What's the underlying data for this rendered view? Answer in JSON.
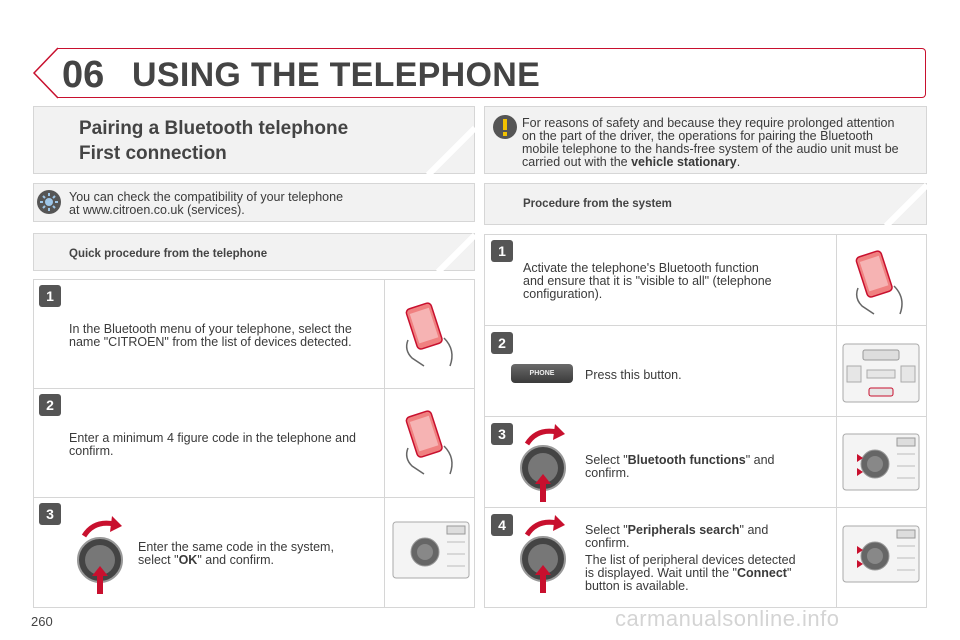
{
  "header": {
    "chapter": "06",
    "title": "USING THE TELEPHONE"
  },
  "section": {
    "title_line1": "Pairing a Bluetooth telephone",
    "title_line2": "First connection"
  },
  "warning": {
    "icon": "exclamation-icon",
    "text_lines": [
      "For reasons of safety and because they require prolonged attention",
      "on the part of the driver, the operations for pairing the Bluetooth",
      "mobile telephone to the hands-free system of the audio unit must be"
    ],
    "last_prefix": "carried out with the ",
    "last_bold": "vehicle stationary",
    "last_suffix": "."
  },
  "info": {
    "icon": "sun-tip-icon",
    "line1": "You can check the compatibility of your telephone",
    "line2": "at www.citroen.co.uk (services)."
  },
  "left": {
    "heading": "Quick procedure from the telephone",
    "steps": [
      {
        "num": "1",
        "line1": "In the Bluetooth menu of your telephone, select the",
        "line2": "name \"CITROEN\" from the list of devices detected."
      },
      {
        "num": "2",
        "line1": "Enter a minimum 4 figure code in the telephone and",
        "line2": "confirm."
      },
      {
        "num": "3",
        "line1": "Enter the same code in the system,",
        "pre": "select \"",
        "bold": "OK",
        "post": "\" and confirm."
      }
    ]
  },
  "right": {
    "heading": "Procedure from the system",
    "steps": [
      {
        "num": "1",
        "line1": "Activate the telephone's Bluetooth function",
        "line2": "and ensure that it is \"visible to all\" (telephone",
        "line3": "configuration)."
      },
      {
        "num": "2",
        "text": "Press this button.",
        "button_label": "PHONE"
      },
      {
        "num": "3",
        "pre": "Select \"",
        "bold": "Bluetooth functions",
        "post": "\" and",
        "line2": "confirm."
      },
      {
        "num": "4",
        "pre": "Select \"",
        "bold": "Peripherals search",
        "post": "\" and",
        "line2": "confirm.",
        "p2_line1": "The list of peripheral devices detected",
        "p2_line2_pre": "is displayed. Wait until the \"",
        "p2_bold": "Connect",
        "p2_line2_post": "\"",
        "p2_line3": "button is available."
      }
    ]
  },
  "page_number": "260",
  "watermark": "carmanualsonline.info",
  "colors": {
    "accent": "#c8102e",
    "text": "#3a3a3a",
    "step_badge": "#555555"
  }
}
